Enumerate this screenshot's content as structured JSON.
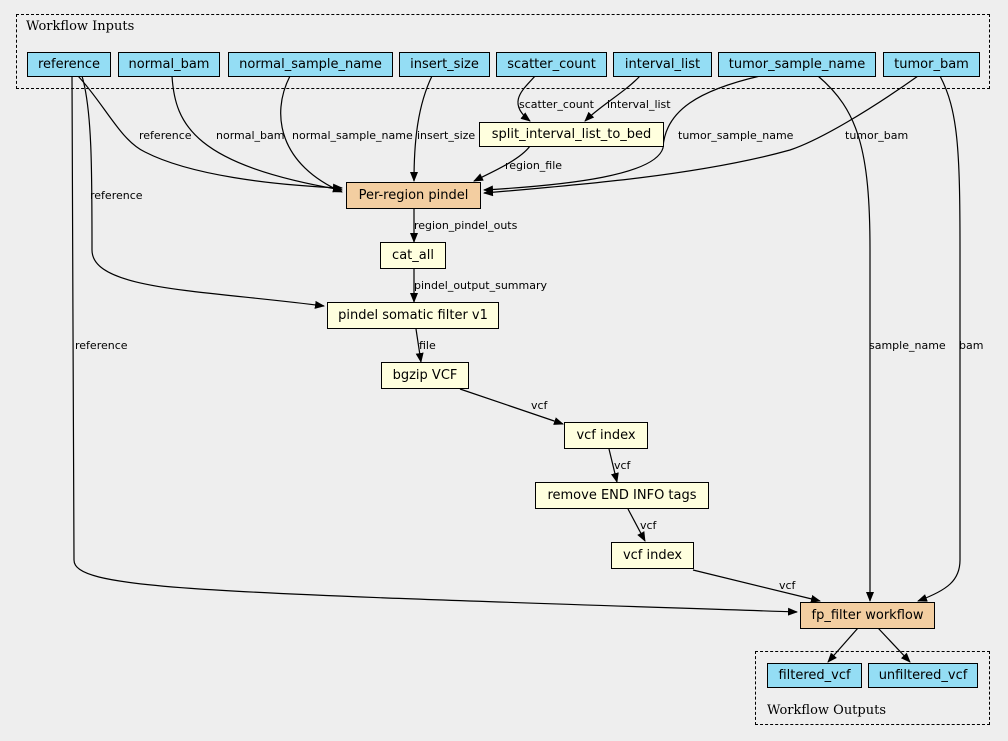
{
  "inputs_cluster": {
    "title": "Workflow Inputs"
  },
  "outputs_cluster": {
    "title": "Workflow Outputs"
  },
  "inputs": {
    "reference": "reference",
    "normal_bam": "normal_bam",
    "normal_sample_name": "normal_sample_name",
    "insert_size": "insert_size",
    "scatter_count": "scatter_count",
    "interval_list": "interval_list",
    "tumor_sample_name": "tumor_sample_name",
    "tumor_bam": "tumor_bam"
  },
  "steps": {
    "split_interval_list_to_bed": "split_interval_list_to_bed",
    "per_region_pindel": "Per-region pindel",
    "cat_all": "cat_all",
    "pindel_somatic_filter": "pindel somatic filter v1",
    "bgzip_vcf": "bgzip VCF",
    "vcf_index_1": "vcf index",
    "remove_end_info_tags": "remove END INFO tags",
    "vcf_index_2": "vcf index",
    "fp_filter_workflow": "fp_filter workflow"
  },
  "outputs": {
    "filtered_vcf": "filtered_vcf",
    "unfiltered_vcf": "unfiltered_vcf"
  },
  "edge_labels": {
    "scatter_count": "scatter_count",
    "interval_list": "interval_list",
    "reference_pindel": "reference",
    "normal_bam": "normal_bam",
    "normal_sample_name": "normal_sample_name",
    "insert_size": "insert_size",
    "tumor_sample_name": "tumor_sample_name",
    "tumor_bam": "tumor_bam",
    "region_file": "region_file",
    "reference_filter": "reference",
    "region_pindel_outs": "region_pindel_outs",
    "pindel_output_summary": "pindel_output_summary",
    "file": "file",
    "vcf_1": "vcf",
    "vcf_2": "vcf",
    "vcf_3": "vcf",
    "vcf_4": "vcf",
    "reference_fp": "reference",
    "sample_name": "sample_name",
    "bam": "bam"
  },
  "colors": {
    "io": "#94ddf4",
    "step": "#ffffde",
    "subworkflow": "#f3cea1",
    "background": "#eeeeee"
  }
}
